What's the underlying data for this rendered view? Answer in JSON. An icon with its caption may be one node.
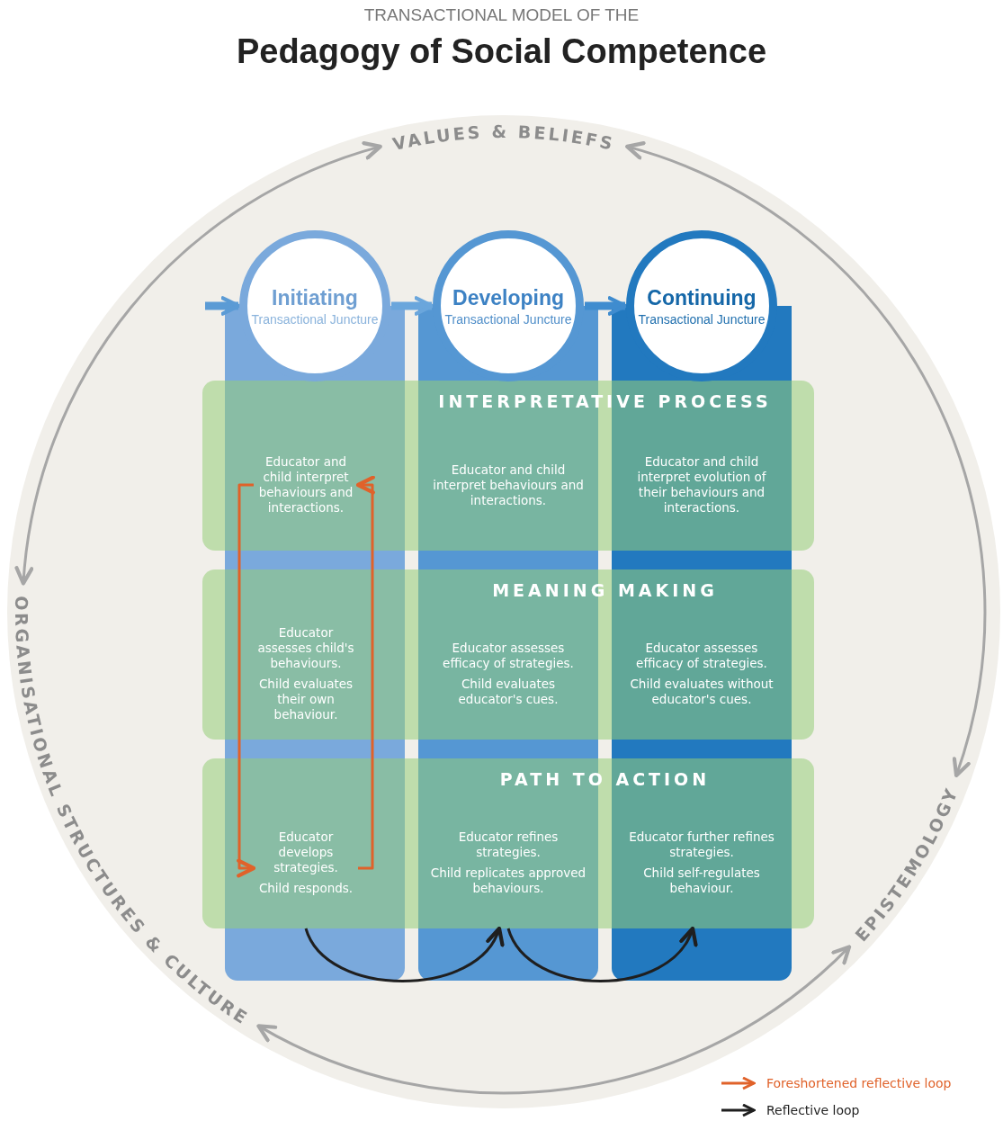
{
  "diagram": {
    "title": "Pedagogy of Social Competence",
    "nodes": [
      {
        "text": [
          "VALUES & BELIEFS"
        ]
      },
      {
        "text": [
          "ORGANISATIONAL STRUCTURES & CULTURE"
        ]
      },
      {
        "text": [
          "EPISTEMOLOGY"
        ]
      },
      {
        "text": [
          "Initiating",
          "Transactional Juncture"
        ]
      },
      {
        "text": [
          "Developing",
          "Transactional Juncture"
        ]
      },
      {
        "text": [
          "Continuing",
          "Transactional Juncture"
        ]
      },
      {
        "text": [
          "INTERPRETATIVE PROCESS"
        ]
      },
      {
        "text": [
          "MEANING MAKING"
        ]
      },
      {
        "text": [
          "PATH TO ACTION"
        ]
      },
      {
        "text": [
          "Educator and child interpret behaviours and interactions."
        ],
        "in": 6
      },
      {
        "text": [
          "Educator and child interpret behaviours and interactions."
        ],
        "in": 6
      },
      {
        "text": [
          "Educator and child interpret evolution of their behaviours and interactions."
        ],
        "in": 6
      },
      {
        "text": [
          "Educator assesses child's behaviours.",
          "Child evaluates their own behaviour."
        ],
        "in": 7
      },
      {
        "text": [
          "Educator assesses efficacy of strategies.",
          "Child evaluates educator's cues."
        ],
        "in": 7
      },
      {
        "text": [
          "Educator assesses efficacy of strategies.",
          "Child evaluates without educator's cues."
        ],
        "in": 7
      },
      {
        "text": [
          "Educator develops strategies.",
          "Child responds."
        ],
        "in": 8
      },
      {
        "text": [
          "Educator refines strategies.",
          "Child replicates approved behaviours."
        ],
        "in": 8
      },
      {
        "text": [
          "Educator further refines strategies.",
          "Child self-regulates behaviour."
        ],
        "in": 8
      }
    ],
    "edges": [
      {
        "from": 0,
        "to": 2,
        "arrow": "both",
        "color": "#a6a6a6"
      },
      {
        "from": 2,
        "to": 1,
        "arrow": "both",
        "color": "#a6a6a6"
      },
      {
        "from": 1,
        "to": 0,
        "arrow": "both",
        "color": "#a6a6a6"
      },
      {
        "from": null,
        "to": 3,
        "arrow": "to",
        "style": "thick",
        "color": "#5b9bd5"
      },
      {
        "from": 3,
        "to": 4,
        "arrow": "to",
        "style": "thick",
        "color": "#6aa6dc"
      },
      {
        "from": 4,
        "to": 5,
        "arrow": "to",
        "style": "thick",
        "color": "#3f8ccf"
      },
      {
        "from": 9,
        "to": 15,
        "arrow": "to",
        "color": "#e0622a"
      },
      {
        "from": 15,
        "to": 9,
        "arrow": "to",
        "color": "#e0622a"
      },
      {
        "from": 15,
        "to": 16,
        "arrow": "to",
        "color": "#1f1f1f"
      },
      {
        "from": 16,
        "to": 17,
        "arrow": "to",
        "color": "#1f1f1f"
      }
    ],
    "labels": [
      "TRANSACTIONAL MODEL OF THE"
    ],
    "legend": [
      {
        "text": "Foreshortened reflective loop"
      },
      {
        "text": "Reflective loop"
      }
    ]
  }
}
